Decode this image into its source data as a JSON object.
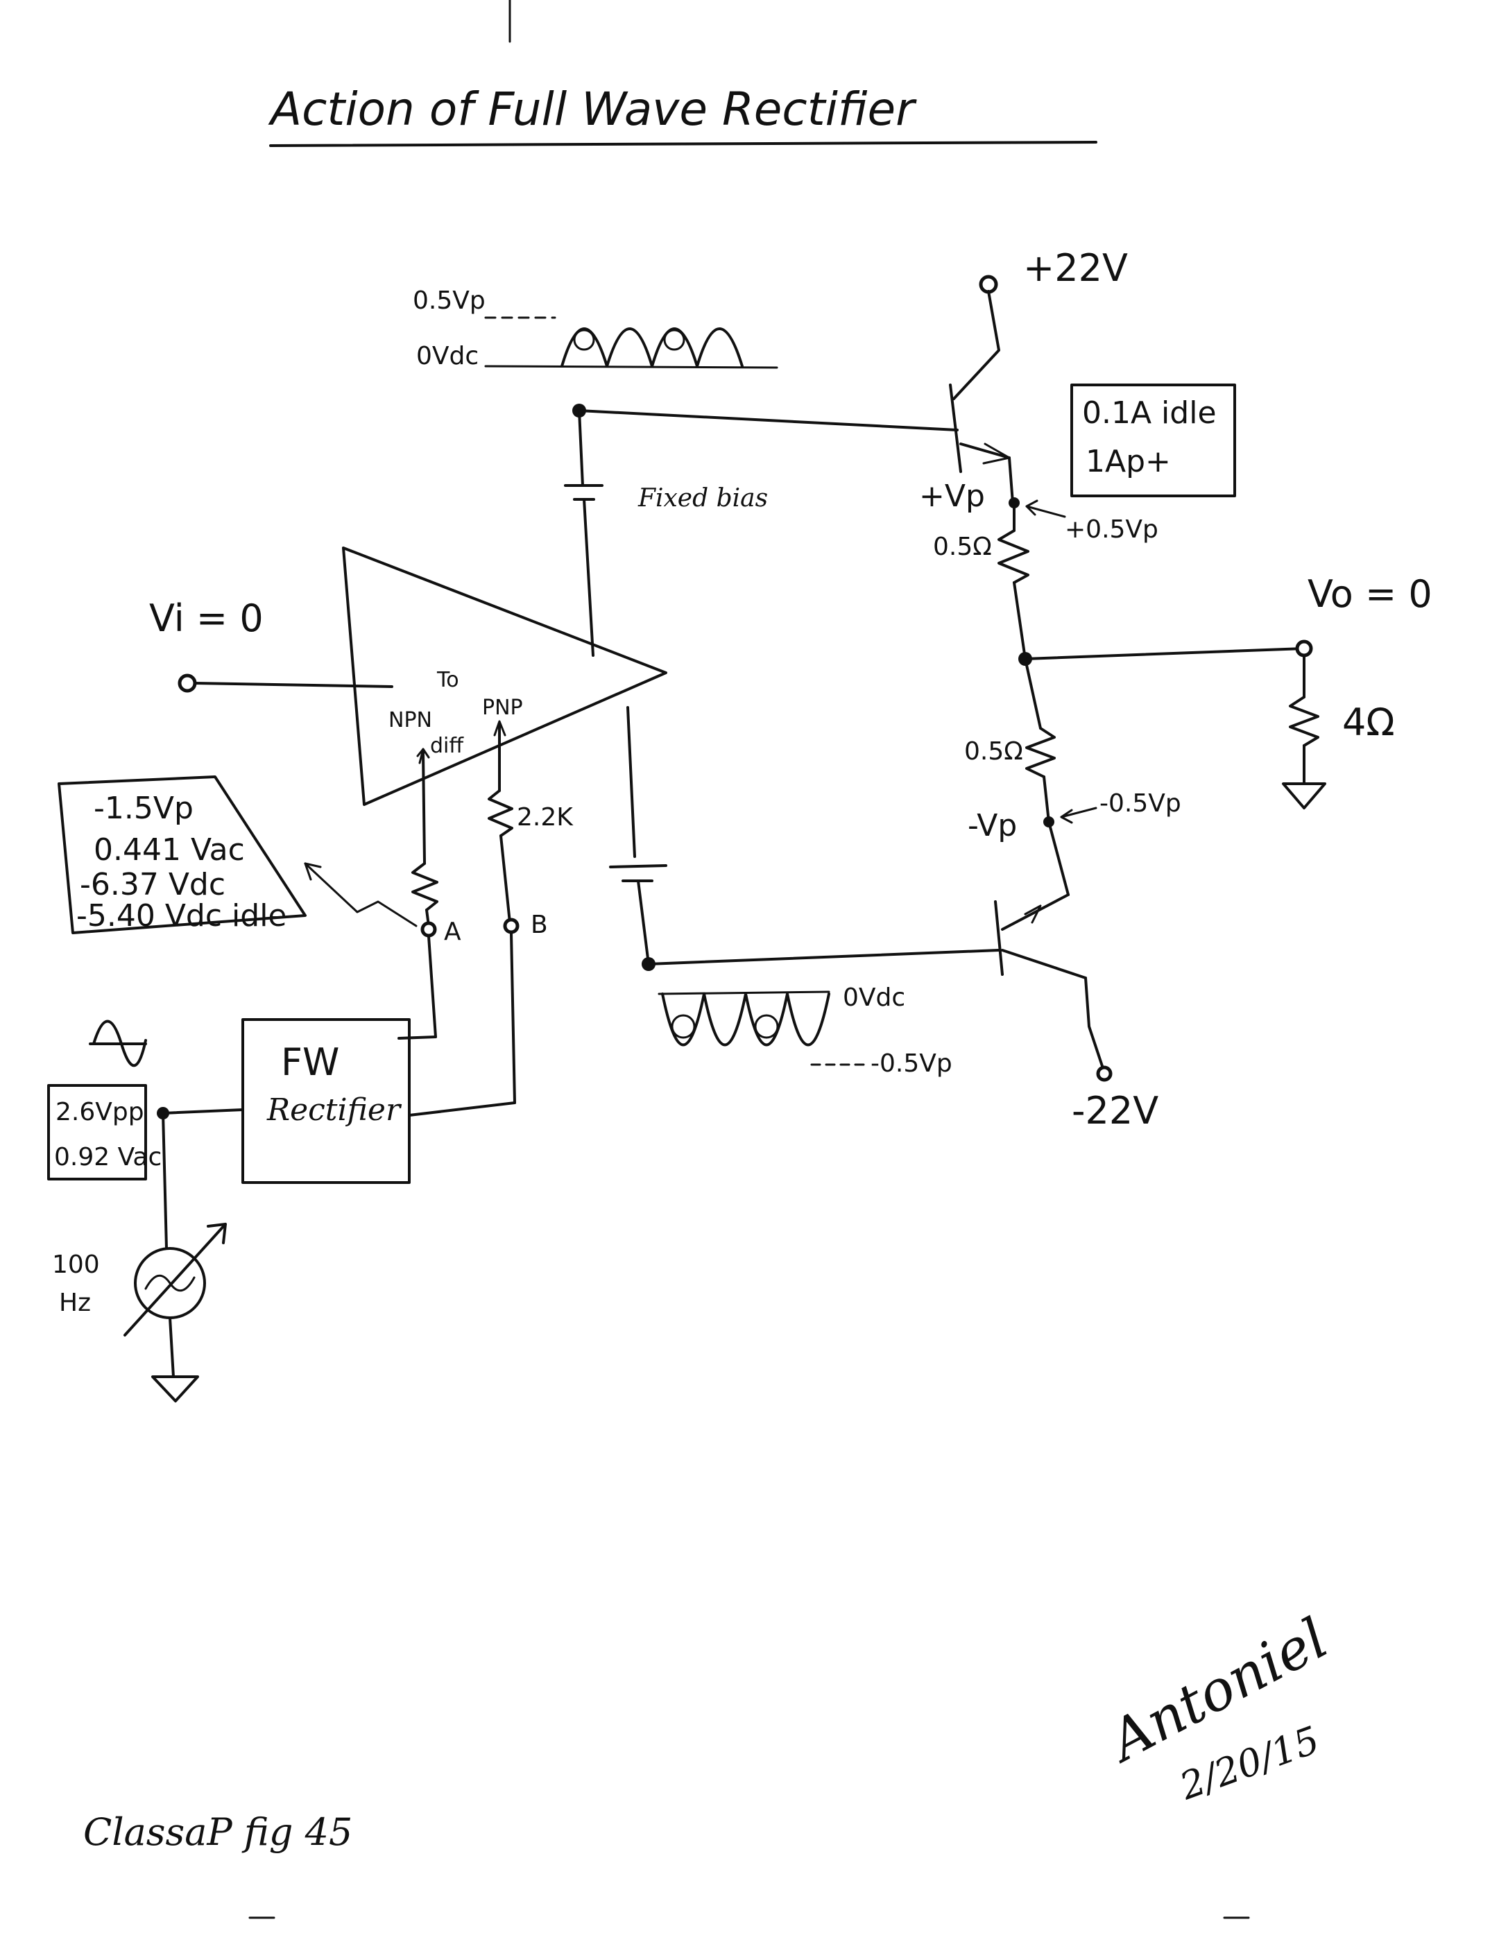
{
  "title": "Action of Full Wave Rectifier",
  "supply": {
    "positive": "+22V",
    "negative": "-22V"
  },
  "input": {
    "label": "Vi = 0"
  },
  "output": {
    "label": "Vo = 0",
    "load": "4Ω"
  },
  "top_waveform": {
    "peak": "0.5Vp",
    "baseline": "0Vdc"
  },
  "bottom_waveform": {
    "baseline": "0Vdc",
    "peak": "-0.5Vp"
  },
  "bias": {
    "label": "Fixed bias"
  },
  "opamp": {
    "to": "To",
    "npn": "NPN",
    "diff": "diff",
    "pnp": "PNP"
  },
  "npn_emitter": {
    "box_line1": "0.1A idle",
    "box_line2": "1Ap+",
    "node_label": "+Vp",
    "node_annotation": "+0.5Vp",
    "resistor": "0.5Ω"
  },
  "pnp_emitter": {
    "resistor": "0.5Ω",
    "node_label": "-Vp",
    "node_annotation": "-0.5Vp"
  },
  "resistor_b": {
    "label": "2.2K"
  },
  "nodes": {
    "a": "A",
    "b": "B"
  },
  "measure_box": {
    "lines": [
      "-1.5Vp",
      "0.441 Vac",
      "-6.37 Vdc",
      "-5.40 Vdc idle"
    ]
  },
  "rectifier": {
    "line1": "FW",
    "line2": "Rectifier"
  },
  "source": {
    "amplitude_pp": "2.6Vpp",
    "amplitude_ac": "0.92 Vac",
    "freq_value": "100",
    "freq_unit": "Hz"
  },
  "footer": {
    "figure": "ClassaP fig 45",
    "signature": "Antoniel",
    "date": "2/20/15"
  }
}
